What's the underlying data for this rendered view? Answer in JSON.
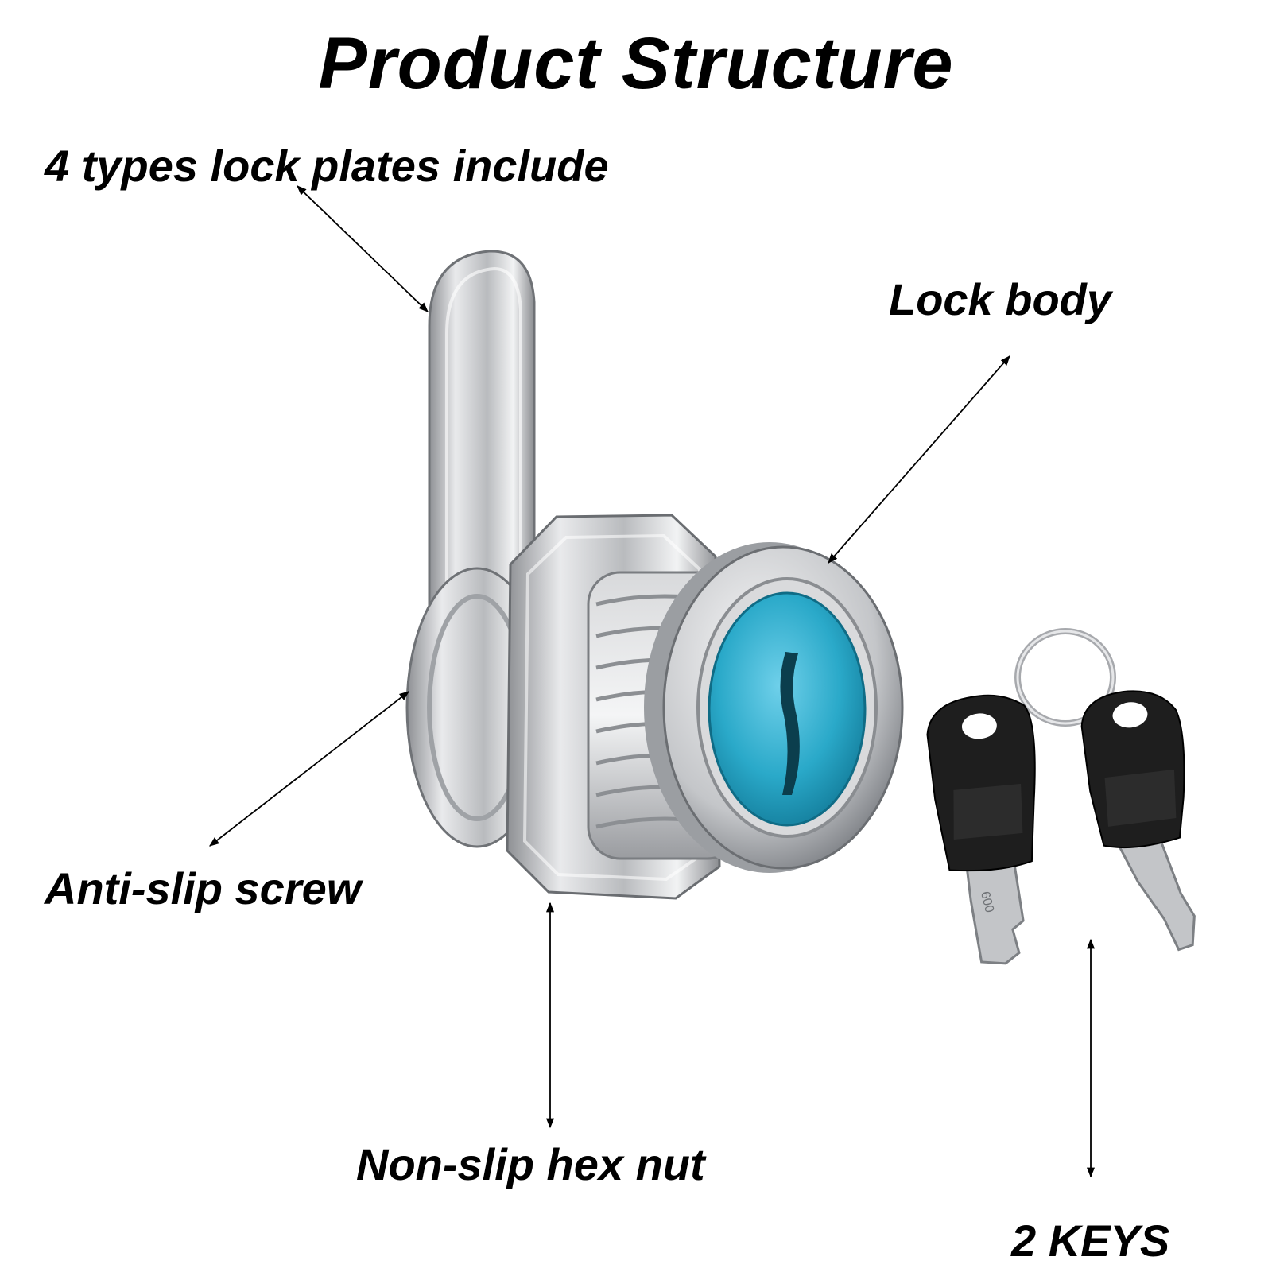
{
  "title": "Product Structure",
  "labels": {
    "lock_plates": "4 types lock plates include",
    "lock_body": "Lock body",
    "anti_slip_screw": "Anti-slip screw",
    "hex_nut": "Non-slip hex nut",
    "keys": "2 KEYS"
  },
  "key_stamp": "600",
  "colors": {
    "metal": "#c9cacc",
    "cylinder_blue": "#2aa9c9",
    "key_head": "#1e1e1e",
    "text": "#000000"
  }
}
